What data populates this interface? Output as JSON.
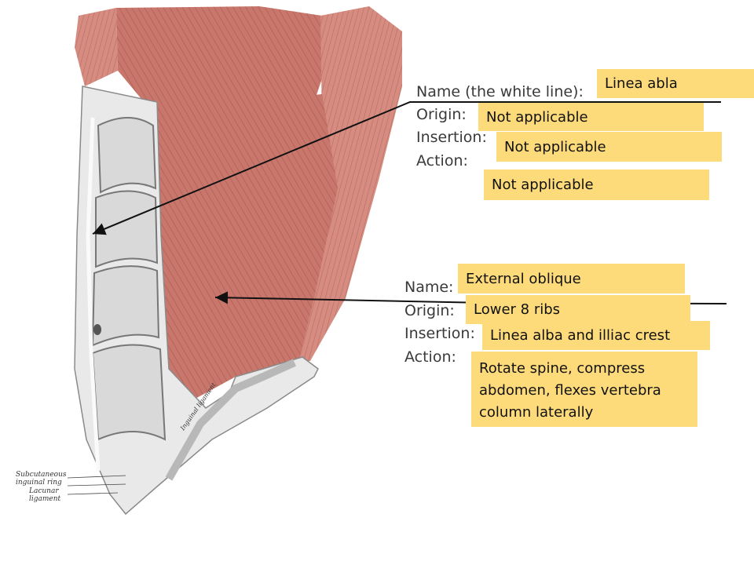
{
  "slide": {
    "colors": {
      "answer_box": "#fedb7a",
      "muscle": "#c9776c",
      "background": "#ffffff"
    },
    "top_block": {
      "labels": {
        "name": "Name (the white line):",
        "origin": "Origin:",
        "insertion": "Insertion:",
        "action": "Action:"
      },
      "answers": {
        "name": "Linea abla",
        "origin": "Not applicable",
        "insertion": "Not applicable",
        "action": "Not applicable"
      }
    },
    "bottom_block": {
      "labels": {
        "name": "Name:",
        "origin": "Origin:",
        "insertion": "Insertion:",
        "action": "Action:"
      },
      "answers": {
        "name": "External oblique",
        "origin": "Lower 8 ribs",
        "insertion": "Linea alba and  illiac crest",
        "action": "Rotate spine, compress abdomen, flexes vertebra column laterally"
      }
    },
    "illustration": {
      "side_labels": [
        "Subcutaneous",
        "inguinal ring",
        "Lacunar",
        "ligament"
      ],
      "inguinal_label": "Inguinal ligament"
    }
  }
}
